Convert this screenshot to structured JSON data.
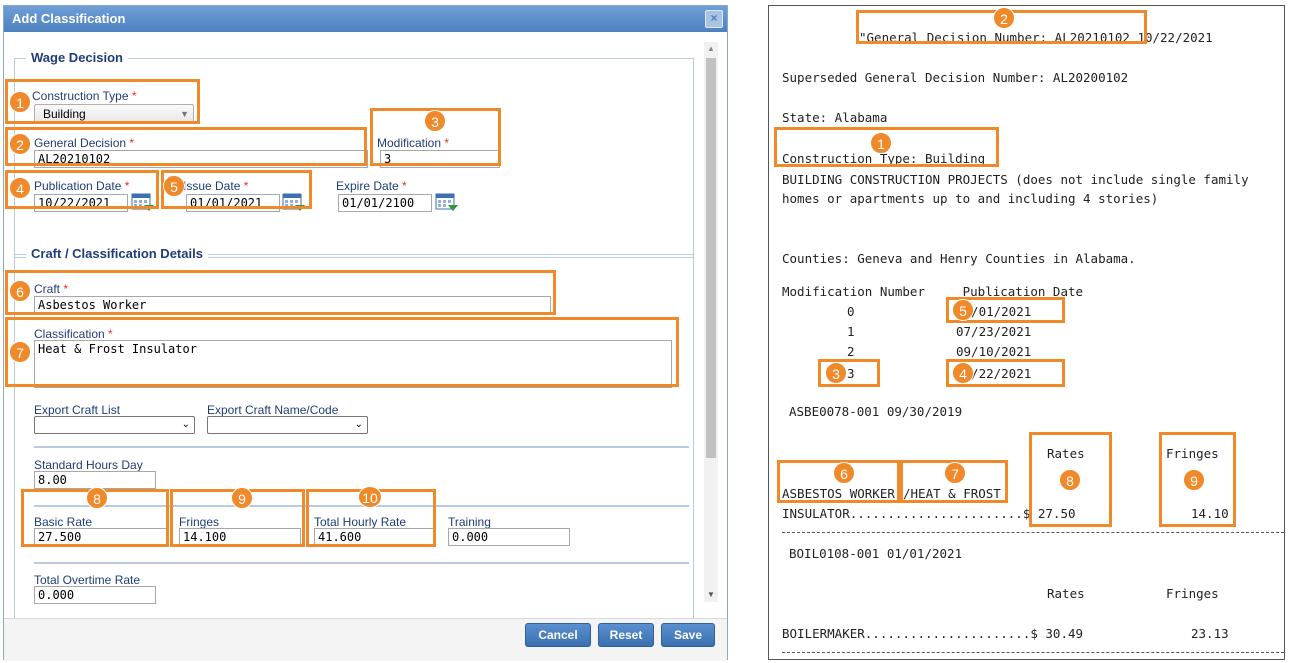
{
  "dialog": {
    "title": "Add Classification",
    "close_icon": "×",
    "sections": {
      "wage_decision": "Wage Decision",
      "craft_details": "Craft / Classification Details"
    },
    "fields": {
      "construction_type": {
        "label": "Construction Type",
        "value": "Building"
      },
      "general_decision": {
        "label": "General Decision",
        "value": "AL20210102"
      },
      "modification": {
        "label": "Modification",
        "value": "3"
      },
      "publication_date": {
        "label": "Publication Date",
        "value": "10/22/2021"
      },
      "issue_date": {
        "label": "Issue Date",
        "value": "01/01/2021"
      },
      "expire_date": {
        "label": "Expire Date",
        "value": "01/01/2100"
      },
      "craft": {
        "label": "Craft",
        "value": "Asbestos Worker"
      },
      "classification": {
        "label": "Classification",
        "value": "Heat & Frost Insulator"
      },
      "export_craft_list": {
        "label": "Export Craft List",
        "value": ""
      },
      "export_craft_name_code": {
        "label": "Export Craft Name/Code",
        "value": ""
      },
      "standard_hours_day": {
        "label": "Standard Hours Day",
        "value": "8.00"
      },
      "basic_rate": {
        "label": "Basic Rate",
        "value": "27.500"
      },
      "fringes": {
        "label": "Fringes",
        "value": "14.100"
      },
      "total_hourly_rate": {
        "label": "Total Hourly Rate",
        "value": "41.600"
      },
      "training": {
        "label": "Training",
        "value": "0.000"
      },
      "total_overtime_rate": {
        "label": "Total Overtime Rate",
        "value": "0.000"
      }
    },
    "required_mark": "*",
    "buttons": {
      "cancel": "Cancel",
      "reset": "Reset",
      "save": "Save"
    }
  },
  "document": {
    "general_decision_line": "\"General Decision Number: AL20210102 10/22/2021",
    "superseded": "Superseded General Decision Number: AL20200102",
    "state": "State: Alabama",
    "construction_type": "Construction Type: Building",
    "projects_line1": "BUILDING CONSTRUCTION PROJECTS (does not include single family",
    "projects_line2": "homes or apartments up to and including 4 stories)",
    "counties": "Counties: Geneva and Henry Counties in Alabama.",
    "mod_header": "Modification Number     Publication Date",
    "modifications": [
      {
        "number": "0",
        "date": "01/01/2021"
      },
      {
        "number": "1",
        "date": "07/23/2021"
      },
      {
        "number": "2",
        "date": "09/10/2021"
      },
      {
        "number": "3",
        "date": "10/22/2021"
      }
    ],
    "asbe_code": "ASBE0078-001 09/30/2019",
    "rates_header": "Rates",
    "fringes_header": "Fringes",
    "asbestos_worker": "ASBESTOS WORKER",
    "heat_frost": "/HEAT & FROST",
    "insulator_line": "INSULATOR.......................$ 27.50",
    "insulator_fringe": "14.10",
    "boil_code": "BOIL0108-001 01/01/2021",
    "boilermaker_line": "BOILERMAKER......................$ 30.49",
    "boilermaker_fringe": "23.13"
  },
  "badges": [
    "1",
    "2",
    "3",
    "4",
    "5",
    "6",
    "7",
    "8",
    "9",
    "10"
  ],
  "accent_color": "#f0892a",
  "icons": {
    "calendar": "calendar-icon",
    "dropdown": "chevron-down-icon",
    "close": "close-icon"
  }
}
